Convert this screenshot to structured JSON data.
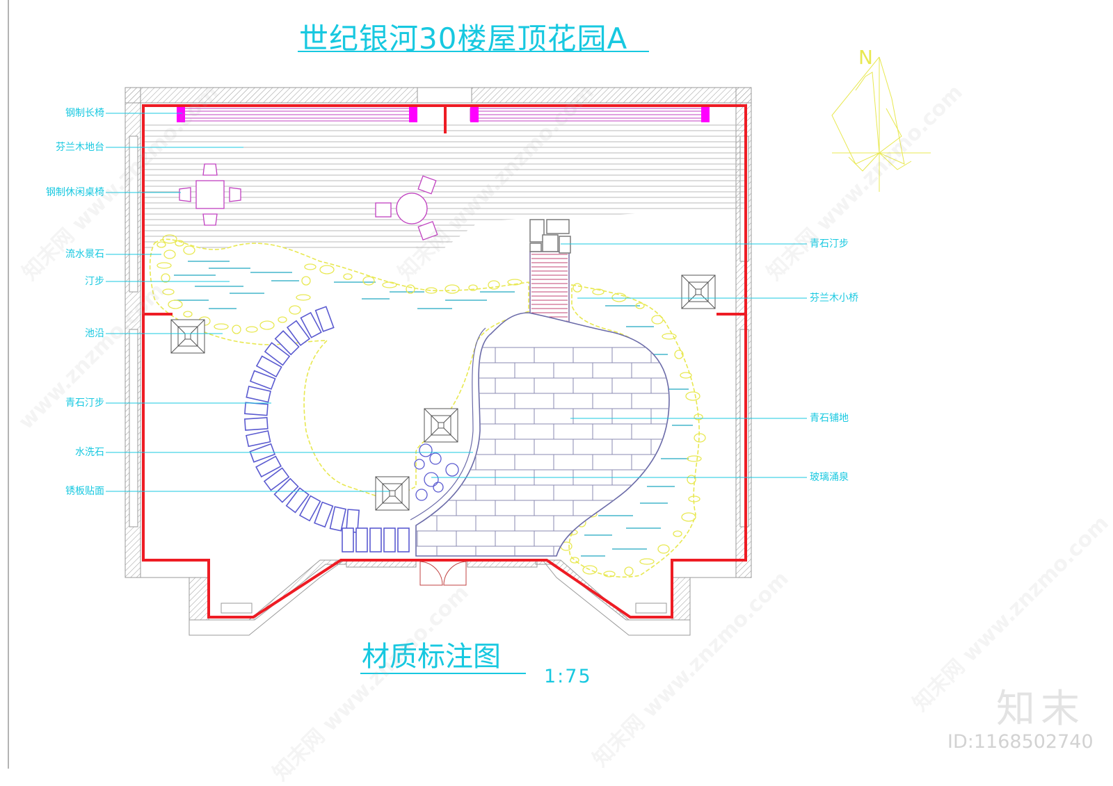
{
  "title": "世纪银河30楼屋顶花园A",
  "subtitle": "材质标注图",
  "scale": "1:75",
  "north": "N",
  "labels_left": [
    "钢制长椅",
    "芬兰木地台",
    "钢制休闲桌椅",
    "流水景石",
    "汀步",
    "池沿",
    "青石汀步",
    "水洗石",
    "锈板贴面"
  ],
  "labels_right": [
    "青石汀步",
    "芬兰木小桥",
    "青石铺地",
    "玻璃涌泉"
  ],
  "watermark": {
    "site": "www.znzmo.com",
    "brand": "知末网",
    "brand_mark": "知末",
    "id": "ID:1168502740"
  },
  "colors": {
    "wall": "#ee1c24",
    "annotation": "#17c8e0",
    "furniture": "#c040c0",
    "bench_end": "#ff00ff",
    "stones": "#e8e850",
    "paving": "#6a6aa8",
    "water": "#1fa7c0",
    "structure": "#9a9a9a"
  }
}
